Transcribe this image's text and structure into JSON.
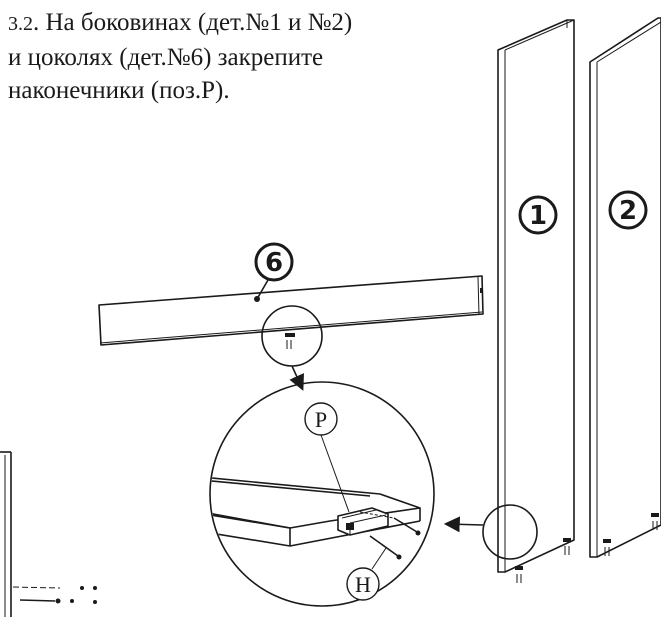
{
  "instruction": {
    "step": "3.2",
    "line1": ". На боковинах (дет.№1 и №2)",
    "line2": "и цоколях (дет.№6) закрепите",
    "line3": "наконечники (поз.Р)."
  },
  "parts": {
    "side_left": "1",
    "side_right": "2",
    "plinth": "6"
  },
  "callouts": {
    "tip": "Р",
    "nails": "Н"
  }
}
